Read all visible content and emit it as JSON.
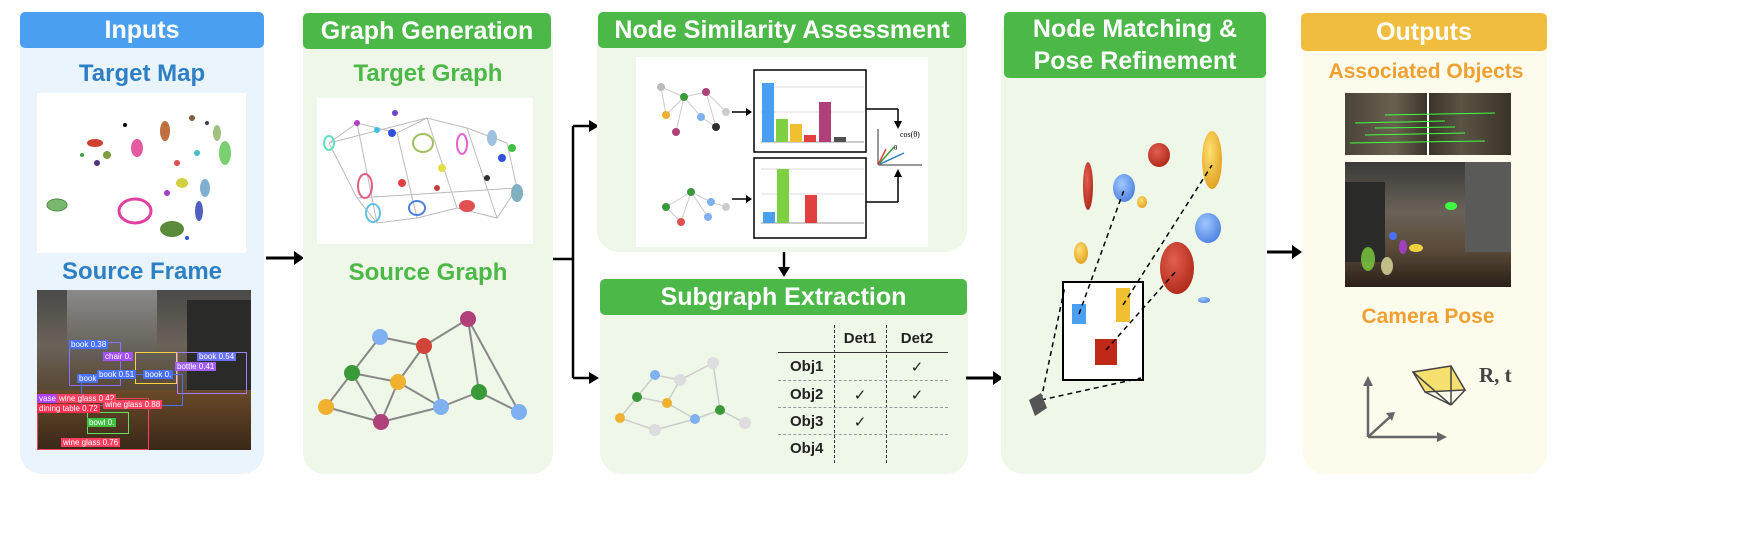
{
  "panels": {
    "inputs": {
      "header": "Inputs",
      "target_map_label": "Target Map",
      "source_frame_label": "Source Frame",
      "detections": [
        "book 0.38",
        "chair 0.",
        "book 0.54",
        "book 0.51",
        "bottle 0.41",
        "book",
        "book 0.",
        "vase 0.44",
        "wine glass 0.42",
        "wine glass 0.88",
        "dining table 0.72",
        "bowl 0.",
        "wine glass 0.76"
      ]
    },
    "graph_generation": {
      "header": "Graph Generation",
      "target_graph_label": "Target Graph",
      "source_graph_label": "Source Graph"
    },
    "node_similarity": {
      "header": "Node Similarity Assessment",
      "cos_label": "cos(θ)",
      "theta_label": "θ"
    },
    "subgraph": {
      "header": "Subgraph Extraction",
      "columns": [
        "Det1",
        "Det2"
      ],
      "rows": [
        {
          "obj": "Obj1",
          "det1": "",
          "det2": "✓"
        },
        {
          "obj": "Obj2",
          "det1": "✓",
          "det2": "✓"
        },
        {
          "obj": "Obj3",
          "det1": "✓",
          "det2": ""
        },
        {
          "obj": "Obj4",
          "det1": "",
          "det2": ""
        }
      ]
    },
    "matching": {
      "header_line1": "Node Matching &",
      "header_line2": "Pose Refinement"
    },
    "outputs": {
      "header": "Outputs",
      "associated_label": "Associated Objects",
      "camera_pose_label": "Camera Pose",
      "pose_symbol": "R, t"
    }
  },
  "colors": {
    "inputs_header": "#4a9ff0",
    "inputs_bg": "#eaf4fd",
    "green_header": "#4cb848",
    "green_bg": "#eef7e8",
    "green_text": "#4cb848",
    "blue_text": "#2f7fc4",
    "outputs_header": "#f0bd3e",
    "outputs_bg": "#fdfbec",
    "orange_text": "#f0a030"
  }
}
